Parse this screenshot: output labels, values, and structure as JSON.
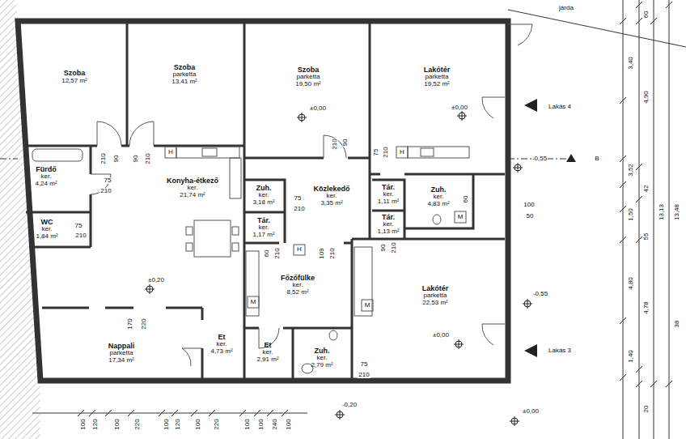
{
  "diagram": {
    "nodes": [
      {
        "text": [
          "Szoba",
          "12,57 m²"
        ]
      },
      {
        "text": [
          "Szoba",
          "parketta",
          "13,41 m²"
        ]
      },
      {
        "text": [
          "Szoba",
          "parketta",
          "19,50 m²"
        ]
      },
      {
        "text": [
          "Lakótér",
          "parketta",
          "19,52 m²"
        ]
      },
      {
        "text": [
          "Fürdő",
          "ker.",
          "4,24 m²"
        ]
      },
      {
        "text": [
          "WC",
          "ker.",
          "1,84 m²"
        ]
      },
      {
        "text": [
          "Konyha-étkező",
          "ker.",
          "21,74 m²"
        ]
      },
      {
        "text": [
          "Zuh.",
          "ker.",
          "3,18 m²"
        ]
      },
      {
        "text": [
          "Közlekedő",
          "ker.",
          "3,35 m²"
        ]
      },
      {
        "text": [
          "Tár.",
          "ker.",
          "1,11 m²"
        ]
      },
      {
        "text": [
          "Zuh.",
          "ker.",
          "4,83 m²"
        ]
      },
      {
        "text": [
          "Tár.",
          "ker.",
          "1,17 m²"
        ]
      },
      {
        "text": [
          "Tár.",
          "ker.",
          "1,13 m²"
        ]
      },
      {
        "text": [
          "Főzőfülke",
          "ker.",
          "8,52 m²"
        ]
      },
      {
        "text": [
          "Lakótér",
          "parketta",
          "22,53 m²"
        ]
      },
      {
        "text": [
          "Nappali",
          "parketta",
          "17,34 m²"
        ]
      },
      {
        "text": [
          "Et",
          "ker.",
          "4,73 m²"
        ]
      },
      {
        "text": [
          "Et",
          "ker.",
          "2,91 m²"
        ]
      },
      {
        "text": [
          "Zuh.",
          "ker.",
          "2,79 m²"
        ]
      }
    ],
    "labels": [
      "járda",
      "Lakás 4",
      "Lakás 3",
      "B",
      "-0,55",
      "±0,00",
      "±0,00",
      "±0,20",
      "-0,55",
      "±0,00",
      "-0,20",
      "±0,00",
      "H",
      "H",
      "H",
      "M",
      "M",
      "M",
      "210",
      "90",
      "90",
      "210",
      "75",
      "210",
      "75",
      "210",
      "90",
      "210",
      "75",
      "210",
      "75",
      "210",
      "60",
      "210",
      "109",
      "210",
      "90",
      "210",
      "60",
      "100",
      "50",
      "170",
      "220",
      "75",
      "210",
      "100",
      "120",
      "100",
      "220",
      "100",
      "120",
      "100",
      "220",
      "100",
      "100",
      "240",
      "100",
      "60",
      "3,40",
      "4,90",
      "3,52",
      "42",
      "1,50",
      "55",
      "4,80",
      "4,78",
      "1,40",
      "20",
      "13,13",
      "13,48",
      "38"
    ]
  }
}
